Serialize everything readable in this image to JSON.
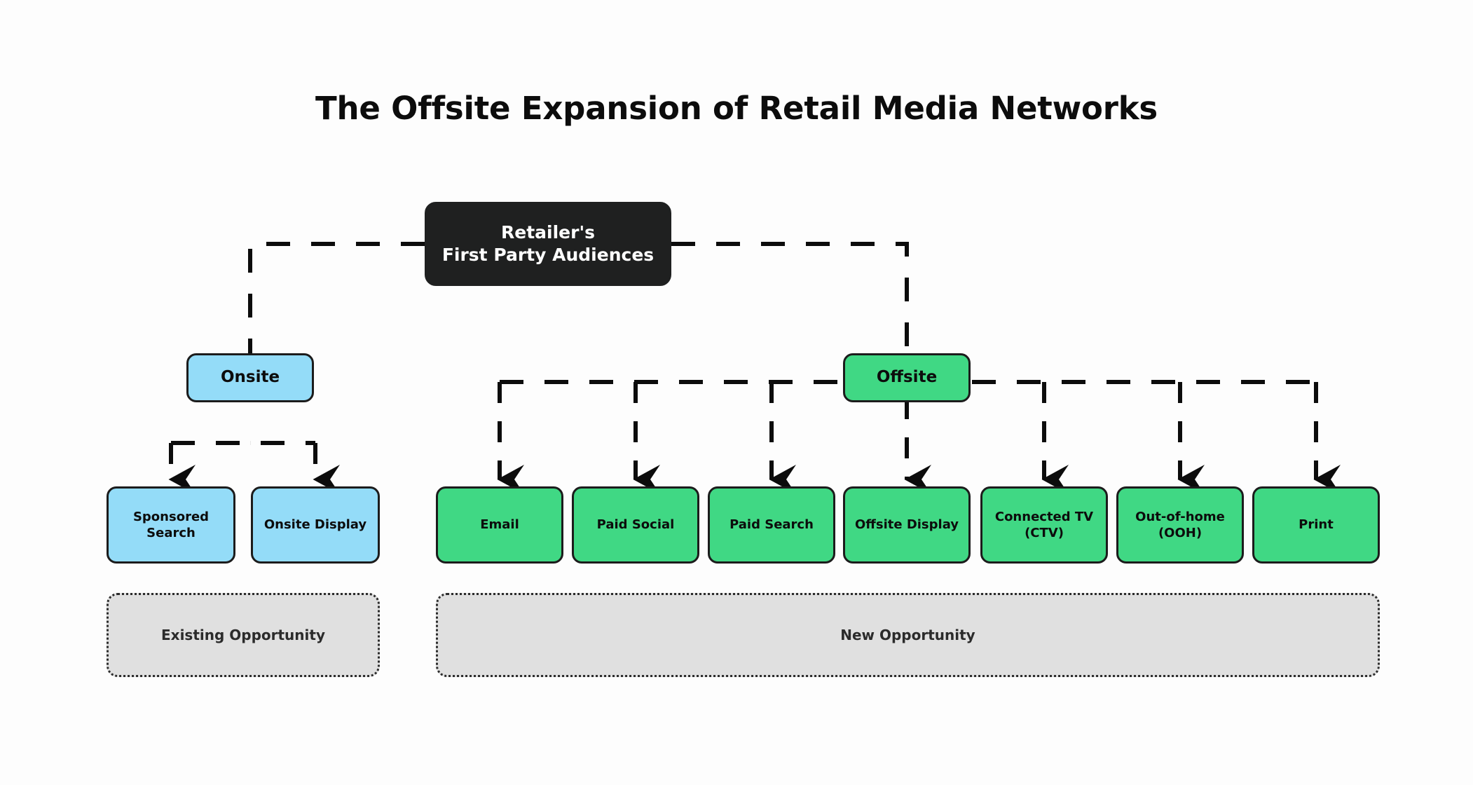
{
  "page": {
    "title": "The Offsite Expansion of Retail Media Networks",
    "background_color": "#fdfdfd"
  },
  "colors": {
    "root_fill": "#1f2020",
    "root_text": "#ffffff",
    "onsite_fill": "#94dcf8",
    "offsite_fill": "#40d884",
    "legend_fill": "#e0e0e0",
    "stroke": "#1c1c1c",
    "text": "#0c0c0c"
  },
  "diagram": {
    "type": "tree",
    "root": {
      "id": "root",
      "label": "Retailer's\nFirst Party Audiences"
    },
    "branches": [
      {
        "id": "onsite",
        "label": "Onsite",
        "category": "Existing Opportunity",
        "children": [
          {
            "id": "sponsored-search",
            "label": "Sponsored Search"
          },
          {
            "id": "onsite-display",
            "label": "Onsite Display"
          }
        ]
      },
      {
        "id": "offsite",
        "label": "Offsite",
        "category": "New Opportunity",
        "children": [
          {
            "id": "email",
            "label": "Email"
          },
          {
            "id": "paid-social",
            "label": "Paid Social"
          },
          {
            "id": "paid-search",
            "label": "Paid Search"
          },
          {
            "id": "offsite-display",
            "label": "Offsite Display"
          },
          {
            "id": "connected-tv",
            "label": "Connected TV (CTV)"
          },
          {
            "id": "out-of-home",
            "label": "Out-of-home (OOH)"
          },
          {
            "id": "print",
            "label": "Print"
          }
        ]
      }
    ],
    "legends": [
      {
        "id": "existing-opportunity",
        "label": "Existing Opportunity"
      },
      {
        "id": "new-opportunity",
        "label": "New Opportunity"
      }
    ]
  }
}
